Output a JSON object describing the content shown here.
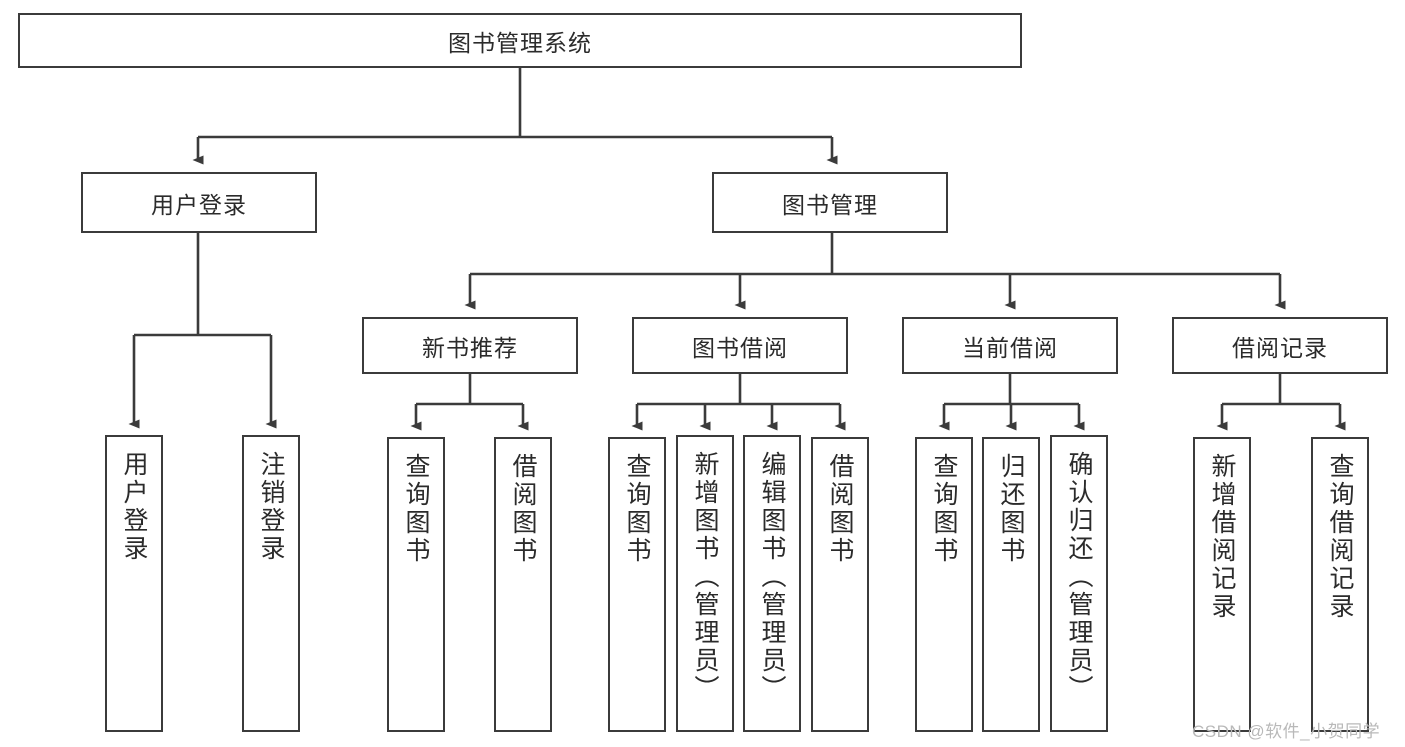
{
  "diagram": {
    "type": "tree",
    "title": "图书管理系统",
    "root": {
      "label": "图书管理系统"
    },
    "level2": [
      {
        "label": "用户登录"
      },
      {
        "label": "图书管理"
      }
    ],
    "level3": [
      {
        "label": "新书推荐"
      },
      {
        "label": "图书借阅"
      },
      {
        "label": "当前借阅"
      },
      {
        "label": "借阅记录"
      }
    ],
    "leaves": {
      "user_login": [
        {
          "label": "用户登录"
        },
        {
          "label": "注销登录"
        }
      ],
      "new_book_recommend": [
        {
          "label": "查询图书"
        },
        {
          "label": "借阅图书"
        }
      ],
      "book_borrow": [
        {
          "label": "查询图书"
        },
        {
          "label": "新增图书（管理员）"
        },
        {
          "label": "编辑图书（管理员）"
        },
        {
          "label": "借阅图书"
        }
      ],
      "current_borrow": [
        {
          "label": "查询图书"
        },
        {
          "label": "归还图书"
        },
        {
          "label": "确认归还（管理员）"
        }
      ],
      "borrow_record": [
        {
          "label": "新增借阅记录"
        },
        {
          "label": "查询借阅记录"
        }
      ]
    }
  },
  "watermark": {
    "text": "CSDN @软件_小贺同学"
  },
  "colors": {
    "stroke": "#3b3b3b",
    "text": "#2b2b2b",
    "background": "#ffffff",
    "watermark": "#b9b9b9"
  }
}
